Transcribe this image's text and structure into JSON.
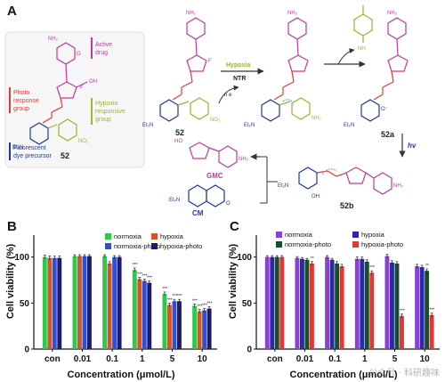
{
  "panels": {
    "a": "A",
    "b": "B",
    "c": "C"
  },
  "scheme": {
    "label_active_drug": [
      "Active",
      "drug"
    ],
    "label_photo_response": [
      "Photo",
      "response",
      "group"
    ],
    "label_hypoxia_responsive": [
      "Hypoxia",
      "responsive",
      "group"
    ],
    "label_fluorescent": [
      "Fluorescent",
      "dye precursor"
    ],
    "label_hypoxia_arrow": "Hypoxia",
    "label_ntr": "NTR",
    "label_ne": "n e",
    "label_hv": "hv",
    "compound_52_box": "52",
    "compound_52": "52",
    "compound_52a": "52a",
    "compound_52b": "52b",
    "product_gmc": "GMC",
    "product_cm": "CM",
    "atom_labels": {
      "nh2": "NH₂",
      "n": "N",
      "o": "O",
      "f": "F",
      "oh": "OH",
      "et2n": "Et₂N",
      "no2": "NO₂",
      "ho": "HO",
      "nh": "NH",
      "o_minus": "O⁻"
    },
    "colors": {
      "magenta": "#c2399f",
      "red": "#e53935",
      "olive": "#9bb52c",
      "blue": "#1e3a9e",
      "arrow": "#333333"
    }
  },
  "chart_data": [
    {
      "id": "B",
      "type": "bar",
      "ylabel": "Cell viability (%)",
      "xlabel": "Concentration (μmol/L)",
      "categories": [
        "con",
        "0.01",
        "0.1",
        "1",
        "5",
        "10"
      ],
      "ylim": [
        0,
        120
      ],
      "yticks": [
        0,
        50,
        100
      ],
      "legend_position": "top-right",
      "legend_columns": 2,
      "series": [
        {
          "name": "normoxia",
          "color": "#2fc84a",
          "values": [
            100,
            101,
            101,
            86,
            60,
            47
          ],
          "errors": [
            2,
            1.5,
            1.5,
            2,
            2,
            2
          ],
          "stars": [
            "",
            "",
            "",
            "***",
            "***",
            "***"
          ]
        },
        {
          "name": "hypoxia",
          "color": "#cc5a29",
          "values": [
            99,
            101,
            93,
            76,
            48,
            41
          ],
          "errors": [
            2,
            1.5,
            2,
            2,
            2,
            2
          ],
          "stars": [
            "",
            "",
            "",
            "***",
            "***",
            "***"
          ]
        },
        {
          "name": "normoxia-photo",
          "color": "#2f4fd6",
          "values": [
            99,
            101,
            100,
            74,
            52,
            42
          ],
          "errors": [
            2,
            1.5,
            1.5,
            2,
            2,
            2
          ],
          "stars": [
            "",
            "",
            "",
            "***",
            "***",
            "***"
          ]
        },
        {
          "name": "hypoxia-photo",
          "color": "#1c1c6e",
          "values": [
            99,
            101,
            100,
            72,
            52,
            44
          ],
          "errors": [
            2,
            1.5,
            1.5,
            2,
            2,
            2
          ],
          "stars": [
            "",
            "",
            "",
            "***",
            "***",
            "***"
          ]
        }
      ]
    },
    {
      "id": "C",
      "type": "bar",
      "ylabel": "Cell viability (%)",
      "xlabel": "Concentration (μmol/L)",
      "categories": [
        "con",
        "0.01",
        "0.1",
        "1",
        "5",
        "10"
      ],
      "ylim": [
        0,
        120
      ],
      "yticks": [
        0,
        50,
        100
      ],
      "legend_position": "top",
      "legend_columns": 2,
      "series": [
        {
          "name": "normoxia",
          "color": "#8a3fd6",
          "values": [
            100,
            99,
            100,
            98,
            101,
            90
          ],
          "errors": [
            1.5,
            1.5,
            1.5,
            2,
            2,
            2
          ],
          "stars": [
            "",
            "",
            "",
            "",
            "",
            ""
          ]
        },
        {
          "name": "hypoxia",
          "color": "#2a2aa8",
          "values": [
            100,
            98,
            97,
            98,
            94,
            89
          ],
          "errors": [
            1.5,
            1.5,
            1.5,
            2,
            2,
            2
          ],
          "stars": [
            "",
            "",
            "",
            "",
            "",
            ""
          ]
        },
        {
          "name": "normoxia-photo",
          "color": "#1a4d2a",
          "values": [
            100,
            97,
            93,
            95,
            93,
            85
          ],
          "errors": [
            1.5,
            1.5,
            2,
            2,
            2,
            2
          ],
          "stars": [
            "",
            "",
            "",
            "",
            "",
            "**"
          ]
        },
        {
          "name": "hypoxia-photo",
          "color": "#e33737",
          "values": [
            100,
            93,
            90,
            83,
            36,
            37
          ],
          "errors": [
            1.5,
            2,
            2,
            2,
            2,
            2
          ],
          "stars": [
            "",
            "**",
            "",
            "***",
            "***",
            "***"
          ]
        }
      ]
    }
  ],
  "watermark": "公众号 · 科研趣味"
}
